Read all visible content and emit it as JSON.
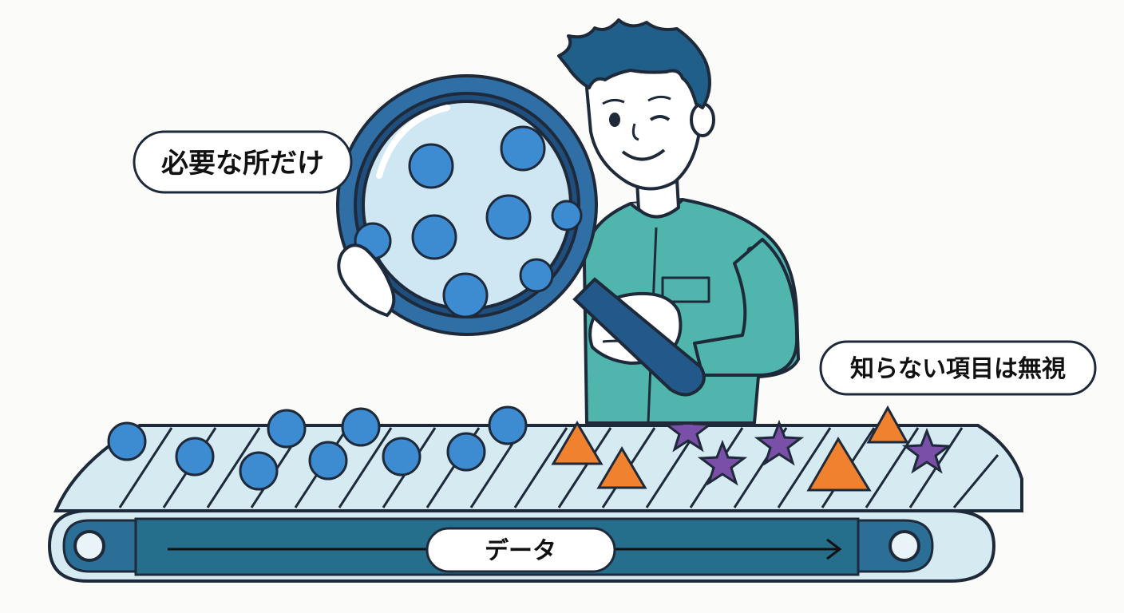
{
  "labels": {
    "needed_only": "必要な所だけ",
    "ignore_unknown": "知らない項目は無視",
    "data": "データ"
  },
  "colors": {
    "outline": "#1e2a3a",
    "belt_light": "#d6eaf2",
    "belt_dark": "#256f8c",
    "belt_band": "#3f96b0",
    "roller": "#2b6f96",
    "dot_blue": "#3d8bd0",
    "triangle_orange": "#f0822f",
    "star_purple": "#7a4fa8",
    "shirt_teal": "#4fb5ad",
    "hair_navy": "#1f5f8a",
    "lens_glass": "#cfe6f3",
    "lens_frame": "#2f6fa6"
  },
  "icons": {
    "data_items": [
      "circle",
      "triangle",
      "star"
    ],
    "tool": "magnifying-glass-icon"
  }
}
